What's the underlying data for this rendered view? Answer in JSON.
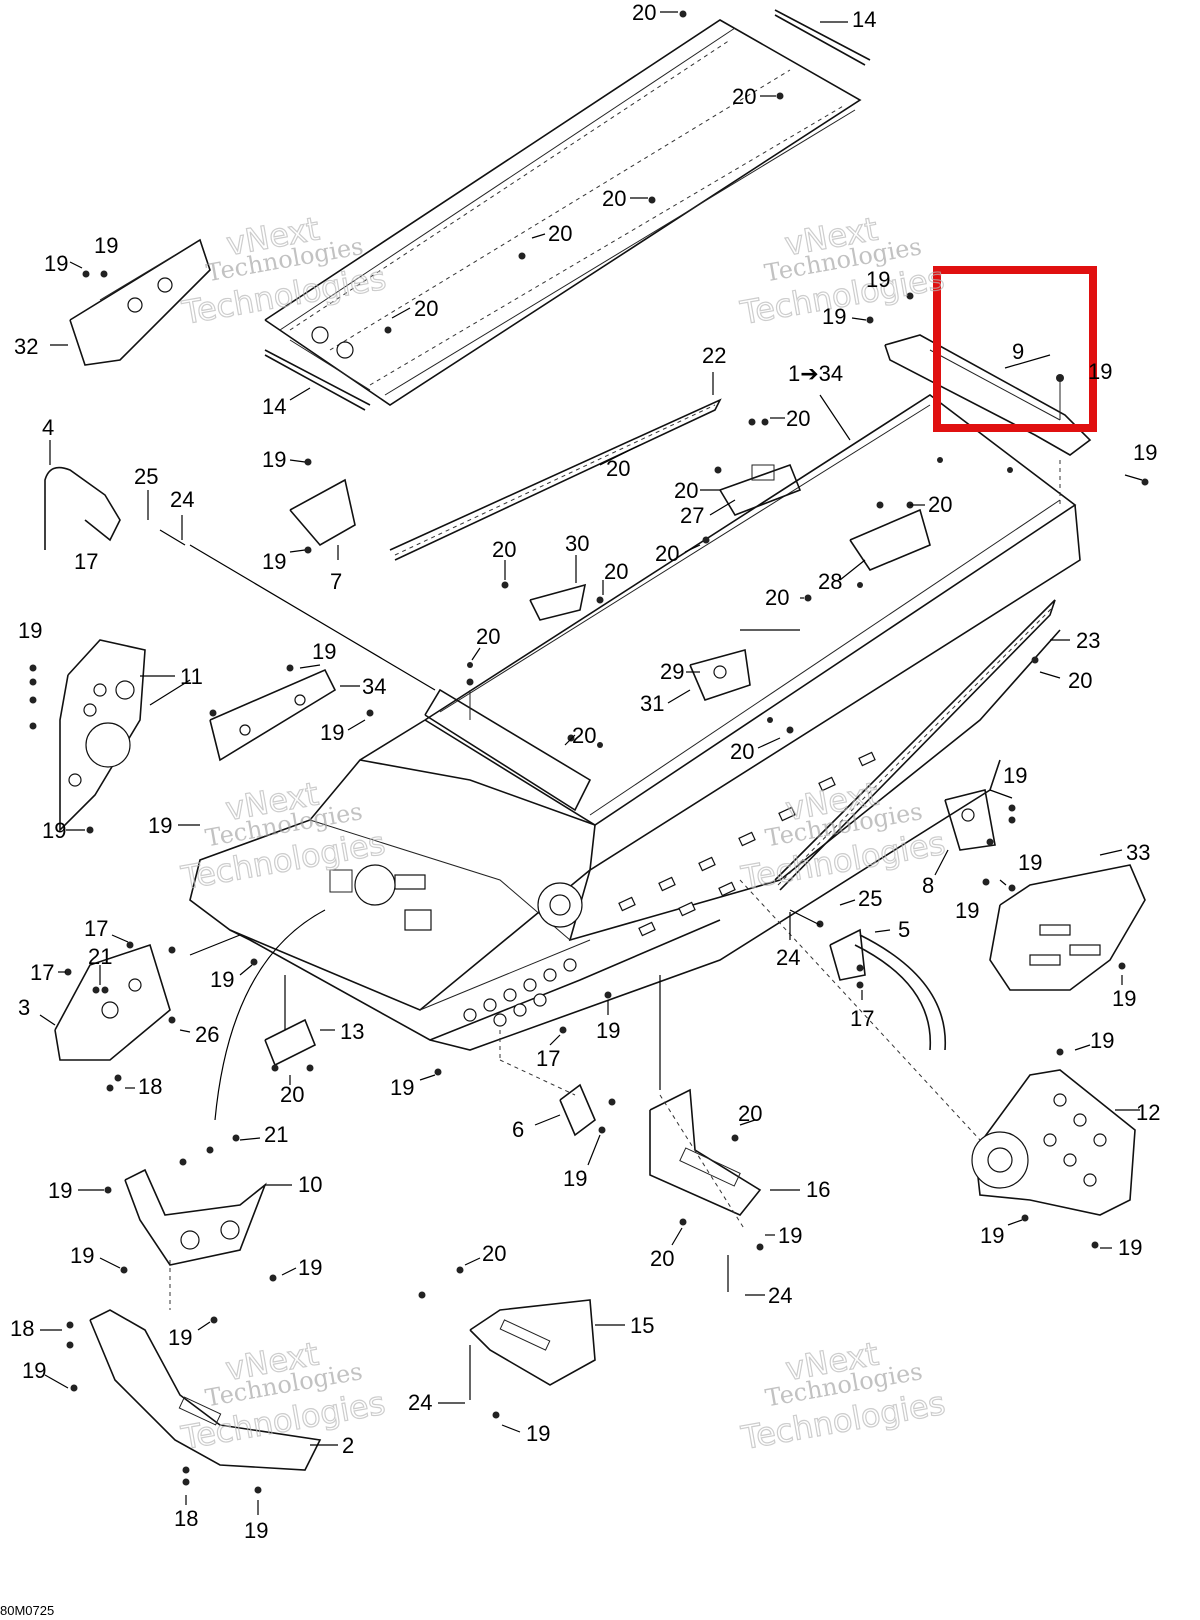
{
  "diagram_code": "80M0725",
  "highlight_color": "#e01010",
  "watermark": {
    "line1": "vNext",
    "line2": "Technologies",
    "line3": "Technologies"
  },
  "labels": {
    "l20a": "20",
    "l14a": "14",
    "l20b": "20",
    "l20c": "20",
    "l20d": "20",
    "l19a": "19",
    "l19b": "19",
    "l32": "32",
    "l20e": "20",
    "l14b": "14",
    "l22": "22",
    "l1to34": "1➔34",
    "l19c": "19",
    "l19d": "19",
    "l9": "9",
    "l19e": "19",
    "l4": "4",
    "l25a": "25",
    "l24a": "24",
    "l17a": "17",
    "l19f": "19",
    "l19g": "19",
    "l7": "7",
    "l20f": "20",
    "l20g": "20",
    "l20h": "20",
    "l27": "27",
    "l20i": "20",
    "l19h": "19",
    "l20j": "20",
    "l30": "30",
    "l20k": "20",
    "l20l": "20",
    "l28": "28",
    "l20m": "20",
    "l19i": "19",
    "l11": "11",
    "l19j": "19",
    "l34": "34",
    "l20n": "20",
    "l29": "29",
    "l31": "31",
    "l23": "23",
    "l20o": "20",
    "l19k": "19",
    "l20p": "20",
    "l20q": "20",
    "l19l": "19",
    "l19m": "19",
    "l19n": "19",
    "l8": "8",
    "l19o": "19",
    "l19p": "19",
    "l33": "33",
    "l25b": "25",
    "l5": "5",
    "l24b": "24",
    "l17b": "17",
    "l19q": "19",
    "l17c": "17",
    "l17d": "17",
    "l21a": "21",
    "l3": "3",
    "l26": "26",
    "l18a": "18",
    "l19r": "19",
    "l13": "13",
    "l20r": "20",
    "l19s": "19",
    "l19t": "19",
    "l17e": "17",
    "l19u": "19",
    "l12": "12",
    "l6": "6",
    "l19v": "19",
    "l20s": "20",
    "l16": "16",
    "l20t": "20",
    "l19w": "19",
    "l24c": "24",
    "l21b": "21",
    "l10": "10",
    "l19x": "19",
    "l19y": "19",
    "l19z": "19",
    "l19aa": "19",
    "l19ab": "19",
    "l19ac": "19",
    "l20u": "20",
    "l15": "15",
    "l24d": "24",
    "l19ad": "19",
    "l18b": "18",
    "l19ae": "19",
    "l2": "2",
    "l18c": "18",
    "l19af": "19"
  }
}
